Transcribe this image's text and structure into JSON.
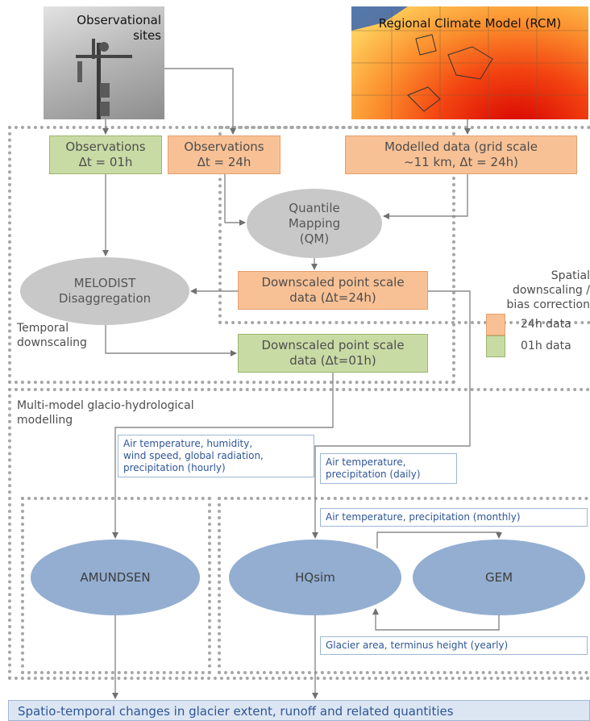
{
  "images": {
    "obs_sites_title": "Observational\nsites",
    "rcm_title": "Regional Climate Model (RCM)"
  },
  "boxes": {
    "obs_01h": "Observations\nΔt = 01h",
    "obs_24h": "Observations\nΔt = 24h",
    "modelled": "Modelled data (grid scale\n~11 km, Δt = 24h)",
    "down_24h": "Downscaled point scale\ndata (Δt=24h)",
    "down_01h": "Downscaled point scale\ndata (Δt=01h)"
  },
  "ellipses": {
    "qm": "Quantile\nMapping\n(QM)",
    "melodist": "MELODIST\nDisaggregation",
    "amundsen": "AMUNDSEN",
    "hqsim": "HQsim",
    "gem": "GEM"
  },
  "labels": {
    "spatial": "Spatial\ndownscaling /\nbias correction",
    "temporal": "Temporal\ndownscaling",
    "multimodel": "Multi-model glacio-hydrological\nmodelling"
  },
  "legend": [
    {
      "label": "24h data",
      "color": "#f8c195"
    },
    {
      "label": "01h data",
      "color": "#c9dba5"
    }
  ],
  "notes": {
    "hourly": "Air temperature, humidity,\nwind speed, global radiation,\nprecipitation (hourly)",
    "daily": "Air temperature,\nprecipitation (daily)",
    "monthly": "Air temperature, precipitation (monthly)",
    "yearly": "Glacier area, terminus height (yearly)"
  },
  "bottom_bar": "Spatio-temporal changes in glacier extent, runoff and related quantities"
}
